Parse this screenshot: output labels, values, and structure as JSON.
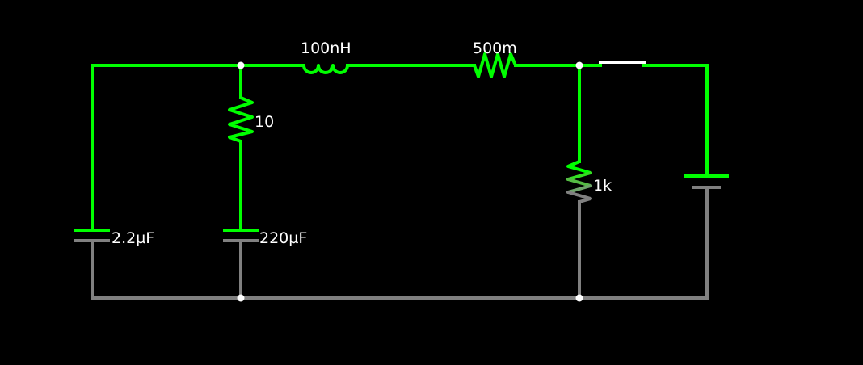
{
  "colors": {
    "background": "#000000",
    "live_wire": "#00ff00",
    "ground_wire": "#808080",
    "switch": "#ffffff",
    "node": "#ffffff",
    "label_text": "#ffffff"
  },
  "components": {
    "c1": {
      "type": "capacitor",
      "label": "2.2µF"
    },
    "r1": {
      "type": "resistor",
      "label": "10"
    },
    "c2": {
      "type": "capacitor",
      "label": "220µF"
    },
    "l1": {
      "type": "inductor",
      "label": "100nH"
    },
    "r2": {
      "type": "resistor",
      "label": "500m"
    },
    "r3": {
      "type": "resistor",
      "label": "1k"
    },
    "sw1": {
      "type": "switch",
      "state": "closed"
    },
    "v1": {
      "type": "dc-voltage-source"
    }
  }
}
